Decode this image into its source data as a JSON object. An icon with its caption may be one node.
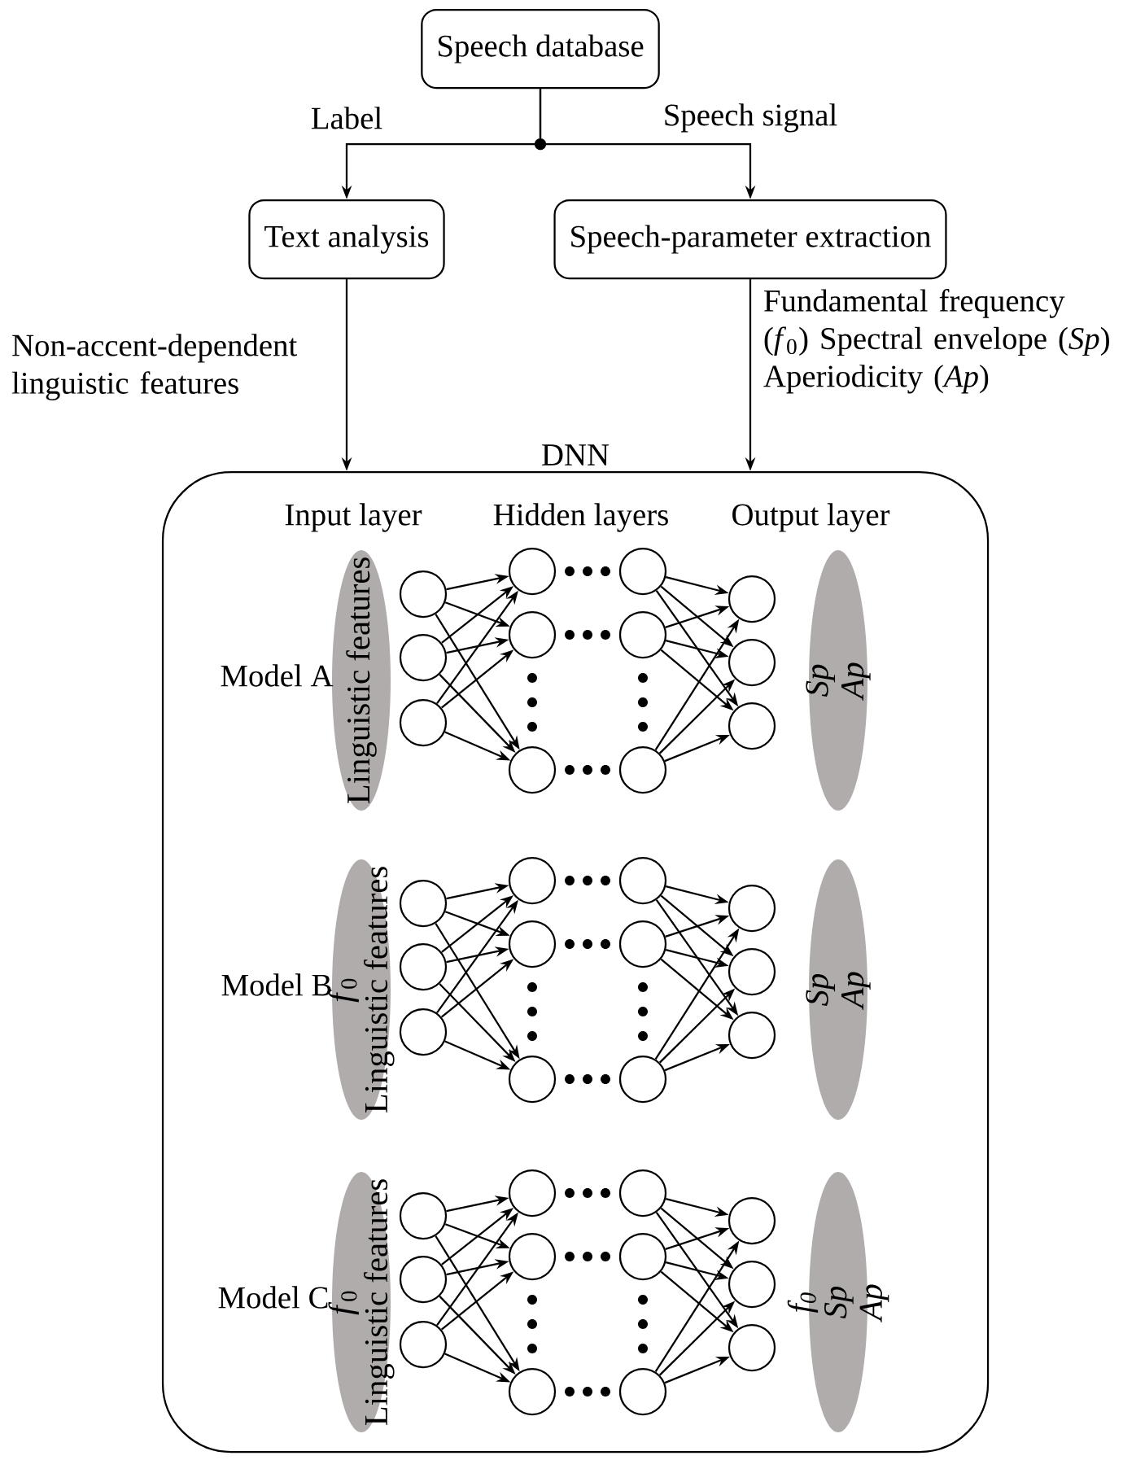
{
  "diagram": {
    "nodes": [
      {
        "text": [
          "Speech database"
        ]
      },
      {
        "text": [
          "Text analysis"
        ]
      },
      {
        "text": [
          "Speech-parameter extraction"
        ]
      },
      {
        "text": [
          "DNN"
        ]
      },
      {
        "text": [
          "Linguistic features"
        ],
        "in": 3
      },
      {
        "text": [],
        "shape": "circle",
        "in": 3
      },
      {
        "text": [],
        "shape": "circle",
        "in": 3
      },
      {
        "text": [],
        "shape": "circle",
        "in": 3
      },
      {
        "text": [],
        "shape": "circle",
        "in": 3
      },
      {
        "text": [],
        "shape": "circle",
        "in": 3
      },
      {
        "text": [],
        "shape": "circle",
        "in": 3
      },
      {
        "text": [],
        "shape": "circle",
        "in": 3
      },
      {
        "text": [],
        "shape": "circle",
        "in": 3
      },
      {
        "text": [],
        "shape": "circle",
        "in": 3
      },
      {
        "text": [],
        "shape": "circle",
        "in": 3
      },
      {
        "text": [],
        "shape": "circle",
        "in": 3
      },
      {
        "text": [],
        "shape": "circle",
        "in": 3
      },
      {
        "text": [
          "Sp",
          "Ap"
        ],
        "in": 3
      },
      {
        "text": [
          "*f*$_{0}$",
          "Linguistic features"
        ],
        "in": 3
      },
      {
        "text": [],
        "shape": "circle",
        "in": 3
      },
      {
        "text": [],
        "shape": "circle",
        "in": 3
      },
      {
        "text": [],
        "shape": "circle",
        "in": 3
      },
      {
        "text": [],
        "shape": "circle",
        "in": 3
      },
      {
        "text": [],
        "shape": "circle",
        "in": 3
      },
      {
        "text": [],
        "shape": "circle",
        "in": 3
      },
      {
        "text": [],
        "shape": "circle",
        "in": 3
      },
      {
        "text": [],
        "shape": "circle",
        "in": 3
      },
      {
        "text": [],
        "shape": "circle",
        "in": 3
      },
      {
        "text": [],
        "shape": "circle",
        "in": 3
      },
      {
        "text": [],
        "shape": "circle",
        "in": 3
      },
      {
        "text": [],
        "shape": "circle",
        "in": 3
      },
      {
        "text": [
          "Sp",
          "Ap"
        ],
        "in": 3
      },
      {
        "text": [
          "*f*$_{0}$",
          "Linguistic features"
        ],
        "in": 3
      },
      {
        "text": [],
        "shape": "circle",
        "in": 3
      },
      {
        "text": [],
        "shape": "circle",
        "in": 3
      },
      {
        "text": [],
        "shape": "circle",
        "in": 3
      },
      {
        "text": [],
        "shape": "circle",
        "in": 3
      },
      {
        "text": [],
        "shape": "circle",
        "in": 3
      },
      {
        "text": [],
        "shape": "circle",
        "in": 3
      },
      {
        "text": [],
        "shape": "circle",
        "in": 3
      },
      {
        "text": [],
        "shape": "circle",
        "in": 3
      },
      {
        "text": [],
        "shape": "circle",
        "in": 3
      },
      {
        "text": [],
        "shape": "circle",
        "in": 3
      },
      {
        "text": [],
        "shape": "circle",
        "in": 3
      },
      {
        "text": [],
        "shape": "circle",
        "in": 3
      },
      {
        "text": [
          "*f*$_{0}$",
          "Sp",
          "Ap"
        ],
        "in": 3
      }
    ],
    "edges": [
      {
        "from": 0,
        "to": 1,
        "arrow": "to",
        "label": "Label"
      },
      {
        "from": 0,
        "to": 2,
        "arrow": "to",
        "label": "Speech signal"
      },
      {
        "from": 1,
        "to": 3,
        "arrow": "to",
        "label": "Non-accent-dependent linguistic features"
      },
      {
        "from": 2,
        "to": 3,
        "arrow": "to",
        "label": "Fundamental frequency (*f*$_{0}$) Spectral envelope (*Sp*) Aperiodicity (*Ap*)"
      },
      {
        "from": 5,
        "to": 8,
        "arrow": "to"
      },
      {
        "from": 5,
        "to": 9,
        "arrow": "to"
      },
      {
        "from": 5,
        "to": 10,
        "arrow": "to"
      },
      {
        "from": 6,
        "to": 8,
        "arrow": "to"
      },
      {
        "from": 6,
        "to": 9,
        "arrow": "to"
      },
      {
        "from": 6,
        "to": 10,
        "arrow": "to"
      },
      {
        "from": 7,
        "to": 8,
        "arrow": "to"
      },
      {
        "from": 7,
        "to": 9,
        "arrow": "to"
      },
      {
        "from": 7,
        "to": 10,
        "arrow": "to"
      },
      {
        "from": 11,
        "to": 14,
        "arrow": "to"
      },
      {
        "from": 11,
        "to": 15,
        "arrow": "to"
      },
      {
        "from": 11,
        "to": 16,
        "arrow": "to"
      },
      {
        "from": 12,
        "to": 14,
        "arrow": "to"
      },
      {
        "from": 12,
        "to": 15,
        "arrow": "to"
      },
      {
        "from": 12,
        "to": 16,
        "arrow": "to"
      },
      {
        "from": 13,
        "to": 14,
        "arrow": "to"
      },
      {
        "from": 13,
        "to": 15,
        "arrow": "to"
      },
      {
        "from": 13,
        "to": 16,
        "arrow": "to"
      },
      {
        "from": 19,
        "to": 22,
        "arrow": "to"
      },
      {
        "from": 19,
        "to": 23,
        "arrow": "to"
      },
      {
        "from": 19,
        "to": 24,
        "arrow": "to"
      },
      {
        "from": 20,
        "to": 22,
        "arrow": "to"
      },
      {
        "from": 20,
        "to": 23,
        "arrow": "to"
      },
      {
        "from": 20,
        "to": 24,
        "arrow": "to"
      },
      {
        "from": 21,
        "to": 22,
        "arrow": "to"
      },
      {
        "from": 21,
        "to": 23,
        "arrow": "to"
      },
      {
        "from": 21,
        "to": 24,
        "arrow": "to"
      },
      {
        "from": 25,
        "to": 28,
        "arrow": "to"
      },
      {
        "from": 25,
        "to": 29,
        "arrow": "to"
      },
      {
        "from": 25,
        "to": 30,
        "arrow": "to"
      },
      {
        "from": 26,
        "to": 28,
        "arrow": "to"
      },
      {
        "from": 26,
        "to": 29,
        "arrow": "to"
      },
      {
        "from": 26,
        "to": 30,
        "arrow": "to"
      },
      {
        "from": 27,
        "to": 28,
        "arrow": "to"
      },
      {
        "from": 27,
        "to": 29,
        "arrow": "to"
      },
      {
        "from": 27,
        "to": 30,
        "arrow": "to"
      },
      {
        "from": 33,
        "to": 36,
        "arrow": "to"
      },
      {
        "from": 33,
        "to": 37,
        "arrow": "to"
      },
      {
        "from": 33,
        "to": 38,
        "arrow": "to"
      },
      {
        "from": 34,
        "to": 36,
        "arrow": "to"
      },
      {
        "from": 34,
        "to": 37,
        "arrow": "to"
      },
      {
        "from": 34,
        "to": 38,
        "arrow": "to"
      },
      {
        "from": 35,
        "to": 36,
        "arrow": "to"
      },
      {
        "from": 35,
        "to": 37,
        "arrow": "to"
      },
      {
        "from": 35,
        "to": 38,
        "arrow": "to"
      },
      {
        "from": 39,
        "to": 42,
        "arrow": "to"
      },
      {
        "from": 39,
        "to": 43,
        "arrow": "to"
      },
      {
        "from": 39,
        "to": 44,
        "arrow": "to"
      },
      {
        "from": 40,
        "to": 42,
        "arrow": "to"
      },
      {
        "from": 40,
        "to": 43,
        "arrow": "to"
      },
      {
        "from": 40,
        "to": 44,
        "arrow": "to"
      },
      {
        "from": 41,
        "to": 42,
        "arrow": "to"
      },
      {
        "from": 41,
        "to": 43,
        "arrow": "to"
      },
      {
        "from": 41,
        "to": 44,
        "arrow": "to"
      }
    ],
    "labels": [
      "Input layer",
      "Hidden layers",
      "Output layer",
      "Model A",
      "Model B",
      "Model C"
    ]
  }
}
